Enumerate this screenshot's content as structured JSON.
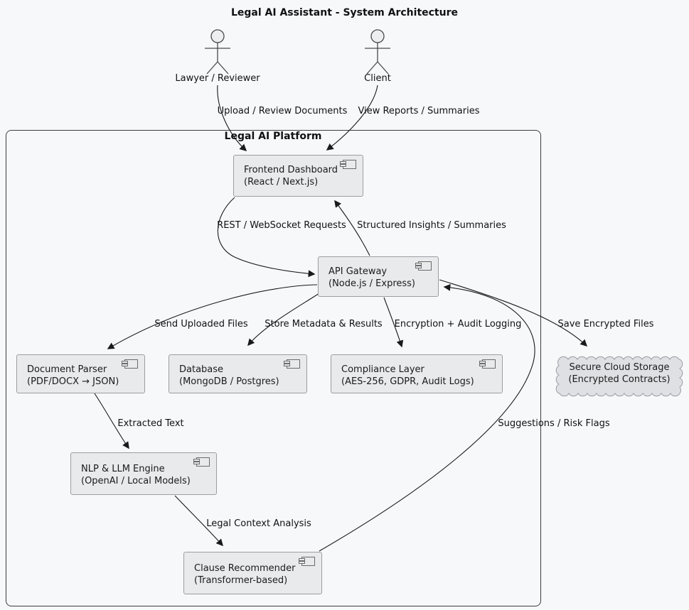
{
  "title": "Legal AI Assistant - System Architecture",
  "actors": [
    {
      "label": "Lawyer / Reviewer"
    },
    {
      "label": "Client"
    }
  ],
  "platform": {
    "label": "Legal AI Platform"
  },
  "components": [
    {
      "name": "Frontend Dashboard",
      "tech": "(React / Next.js)"
    },
    {
      "name": "API Gateway",
      "tech": "(Node.js / Express)"
    },
    {
      "name": "Document Parser",
      "tech": "(PDF/DOCX → JSON)"
    },
    {
      "name": "Database",
      "tech": "(MongoDB / Postgres)"
    },
    {
      "name": "Compliance Layer",
      "tech": "(AES-256, GDPR, Audit Logs)"
    },
    {
      "name": "NLP & LLM Engine",
      "tech": "(OpenAI / Local Models)"
    },
    {
      "name": "Clause Recommender",
      "tech": "(Transformer-based)"
    }
  ],
  "storage": {
    "name": "Secure Cloud Storage",
    "tech": "(Encrypted Contracts)"
  },
  "edges": [
    {
      "from": "Lawyer / Reviewer",
      "to": "Frontend Dashboard",
      "label": "Upload / Review Documents"
    },
    {
      "from": "Client",
      "to": "Frontend Dashboard",
      "label": "View Reports / Summaries"
    },
    {
      "from": "Frontend Dashboard",
      "to": "API Gateway",
      "label": "REST / WebSocket Requests"
    },
    {
      "from": "API Gateway",
      "to": "Frontend Dashboard",
      "label": "Structured Insights / Summaries"
    },
    {
      "from": "API Gateway",
      "to": "Document Parser",
      "label": "Send Uploaded Files"
    },
    {
      "from": "API Gateway",
      "to": "Database",
      "label": "Store Metadata & Results"
    },
    {
      "from": "API Gateway",
      "to": "Compliance Layer",
      "label": "Encryption + Audit Logging"
    },
    {
      "from": "API Gateway",
      "to": "Secure Cloud Storage",
      "label": "Save Encrypted Files"
    },
    {
      "from": "Document Parser",
      "to": "NLP & LLM Engine",
      "label": "Extracted Text"
    },
    {
      "from": "NLP & LLM Engine",
      "to": "Clause Recommender",
      "label": "Legal Context Analysis"
    },
    {
      "from": "Clause Recommender",
      "to": "API Gateway",
      "label": "Suggestions / Risk Flags"
    }
  ],
  "colors": {
    "canvas_background": "#f7f8fa",
    "component_fill": "#e9eaec",
    "component_border": "#9b9da1",
    "boundary_border": "#3c3c3c",
    "cloud_fill": "#dfe0e4",
    "cloud_border": "#9a9ba0",
    "arrow": "#1a1a1a",
    "text": "#1b1b1b"
  }
}
